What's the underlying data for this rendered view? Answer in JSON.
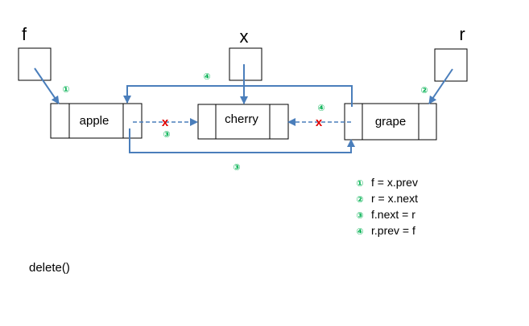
{
  "colors": {
    "arrow": "#4a7ebb",
    "step": "#00b050",
    "cross": "#e00000",
    "box": "#000000"
  },
  "pointers": {
    "f": "f",
    "x": "x",
    "r": "r"
  },
  "nodes": {
    "apple": "apple",
    "cherry": "cherry",
    "grape": "grape"
  },
  "step_markers": {
    "one": "①",
    "two": "②",
    "three": "③",
    "four": "④"
  },
  "legend": [
    {
      "marker": "①",
      "text": "f = x.prev"
    },
    {
      "marker": "②",
      "text": "r = x.next"
    },
    {
      "marker": "③",
      "text": "f.next = r"
    },
    {
      "marker": "④",
      "text": "r.prev = f"
    }
  ],
  "caption": "delete()",
  "cross_marker": "x"
}
